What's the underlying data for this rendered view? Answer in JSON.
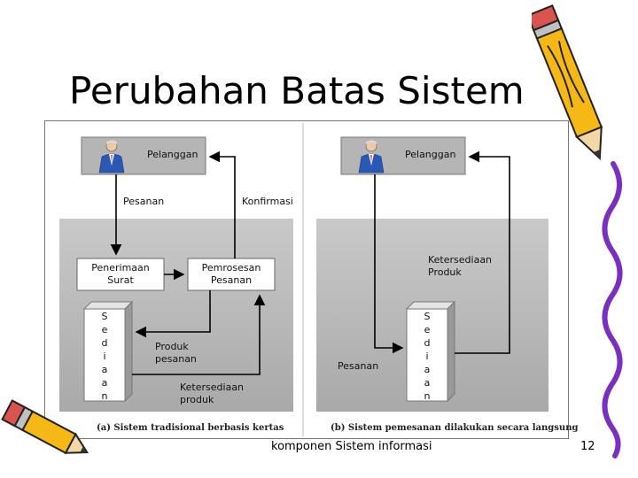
{
  "slide": {
    "title": "Perubahan Batas Sistem",
    "footer": "komponen Sistem informasi",
    "page_number": "12"
  },
  "diagram_a": {
    "customer": "Pelanggan",
    "order_label": "Pesanan",
    "confirm_label": "Konfirmasi",
    "box_receive": [
      "Penerimaan",
      "Surat"
    ],
    "box_process": [
      "Pemrosesan",
      "Pesanan"
    ],
    "inventory_letters": [
      "S",
      "e",
      "d",
      "i",
      "a",
      "a",
      "n"
    ],
    "product_order": [
      "Produk",
      "pesanan"
    ],
    "availability": [
      "Ketersediaan",
      "produk"
    ],
    "caption": "(a) Sistem tradisional berbasis kertas"
  },
  "diagram_b": {
    "customer": "Pelanggan",
    "availability": [
      "Ketersediaan",
      "Produk"
    ],
    "order_label": "Pesanan",
    "inventory_letters": [
      "S",
      "e",
      "d",
      "i",
      "a",
      "a",
      "n"
    ],
    "caption": "(b) Sistem pemesanan dilakukan secara langsung"
  },
  "decorations": [
    "pencil-icon",
    "pencil-icon"
  ]
}
